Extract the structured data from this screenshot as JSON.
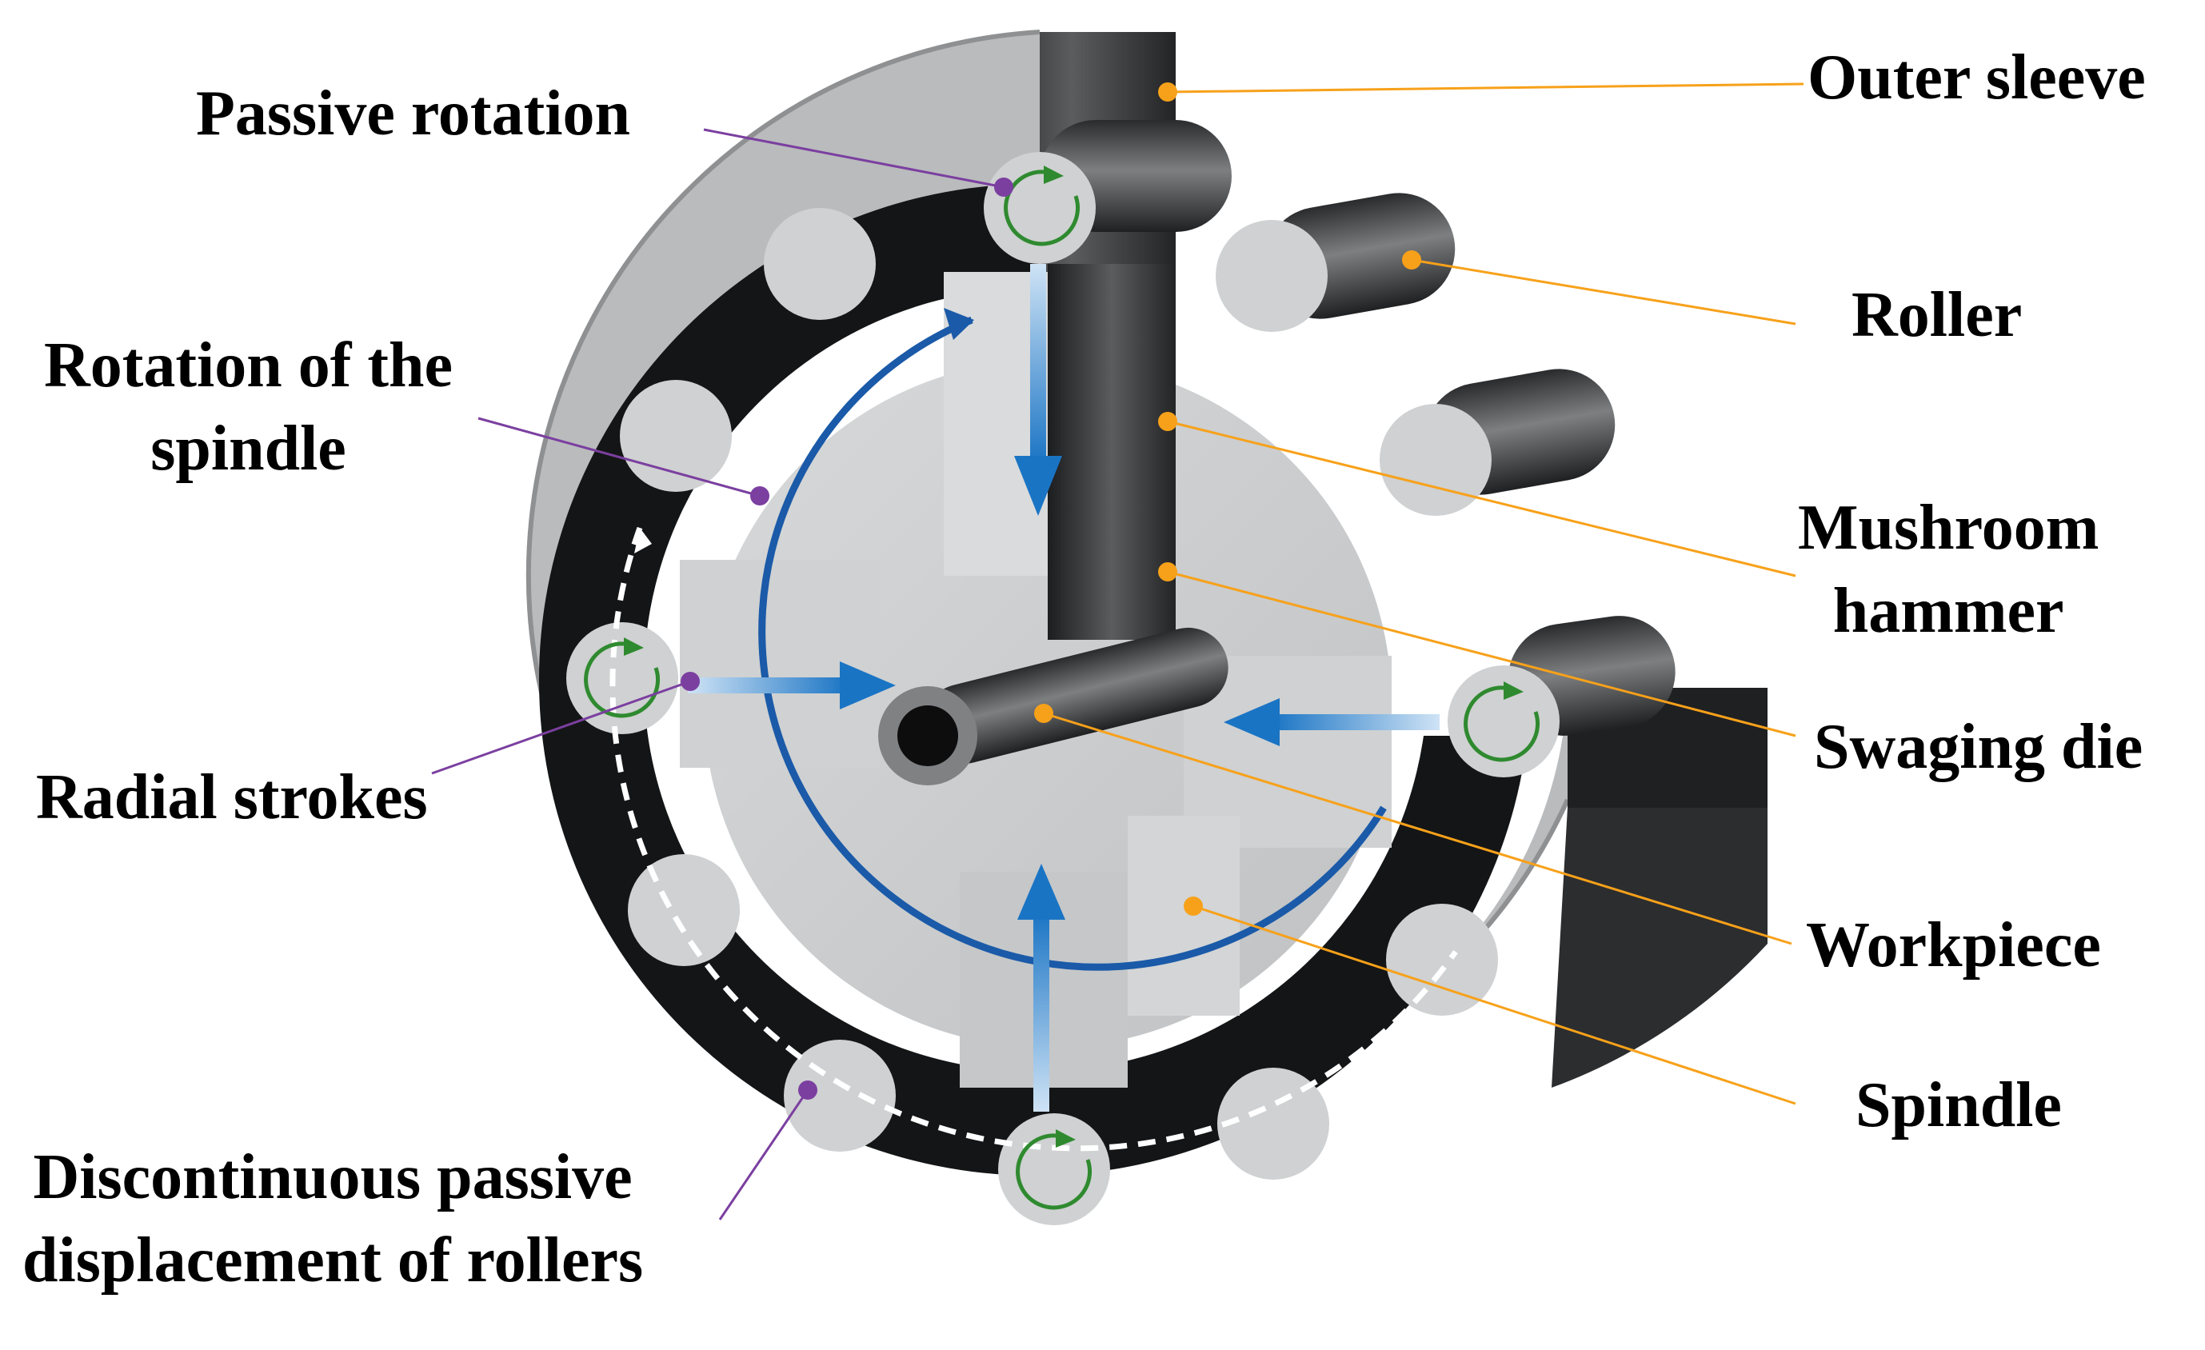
{
  "labels": {
    "outer_sleeve": "Outer sleeve",
    "roller": "Roller",
    "mushroom_hammer": [
      "Mushroom",
      "hammer"
    ],
    "swaging_die": "Swaging die",
    "workpiece": "Workpiece",
    "spindle": "Spindle",
    "passive_rotation": "Passive rotation",
    "rotation_of_spindle": [
      "Rotation of the",
      "spindle"
    ],
    "radial_strokes": "Radial strokes",
    "discontinuous_displacement": [
      "Discontinuous passive",
      "displacement of rollers"
    ]
  },
  "colors": {
    "component_leader": "#f7a11a",
    "motion_leader": "#7b3fa0",
    "rotation_arrow": "#1a5aa8",
    "stroke_arrow": "#1a74c4",
    "roller_spin": "#2f8a2f",
    "steel_light": "#c9cbcc",
    "steel_dark": "#2d2f31"
  },
  "icons": {
    "roller_spin": "circular-arrow-icon",
    "stroke": "arrow-icon"
  }
}
